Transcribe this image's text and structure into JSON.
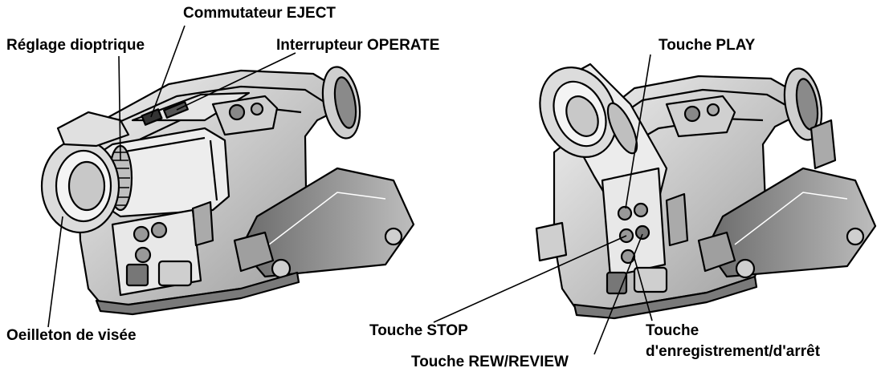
{
  "colors": {
    "ink": "#000000",
    "paper": "#ffffff",
    "shade": "#d9d9d9",
    "mid": "#b5b5b5",
    "dark": "#5a5a5a"
  },
  "labels": {
    "eject": "Commutateur EJECT",
    "diopter": "Réglage dioptrique",
    "operate": "Interrupteur OPERATE",
    "play": "Touche PLAY",
    "eyecup": "Oeilleton de visée",
    "stop": "Touche STOP",
    "rew": "Touche REW/REVIEW",
    "rec_line1": "Touche",
    "rec_line2": "d'enregistrement/d'arrêt"
  }
}
